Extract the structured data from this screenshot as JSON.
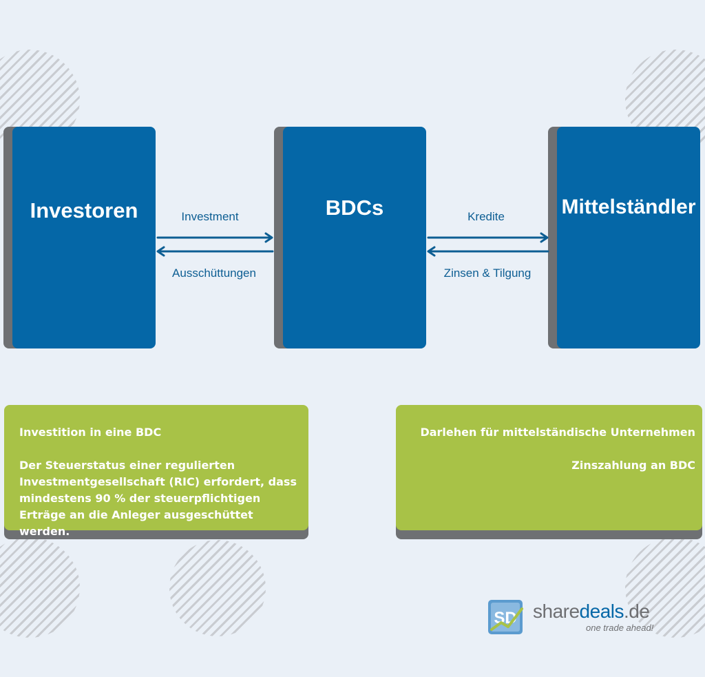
{
  "nodes": {
    "investors": "Investoren",
    "bdcs": "BDCs",
    "mittelstand": "Mittelständler"
  },
  "flows": {
    "investment": "Investment",
    "ausschuettungen": "Ausschüttungen",
    "kredite": "Kredite",
    "zinsen": "Zinsen & Tilgung"
  },
  "notes": {
    "left": {
      "heading": "Investition in eine BDC",
      "body": "Der Steuerstatus einer regulierten Investmentgesellschaft (RIC) erfordert, dass mindestens 90 % der steuerpflichtigen Erträge an die Anleger ausgeschüttet werden."
    },
    "right": {
      "line1": "Darlehen für mittelständische Unternehmen",
      "line2": "Zinszahlung an BDC"
    }
  },
  "logo": {
    "mark": "SD",
    "word_main": "share",
    "word_accent": "deals",
    "word_tld": ".de",
    "tagline": "one trade ahead!"
  },
  "colors": {
    "background": "#eaf0f7",
    "box_blue": "#0567a7",
    "box_shadow": "#6e7073",
    "note_green": "#a8c247",
    "arrow": "#0d5e93"
  }
}
